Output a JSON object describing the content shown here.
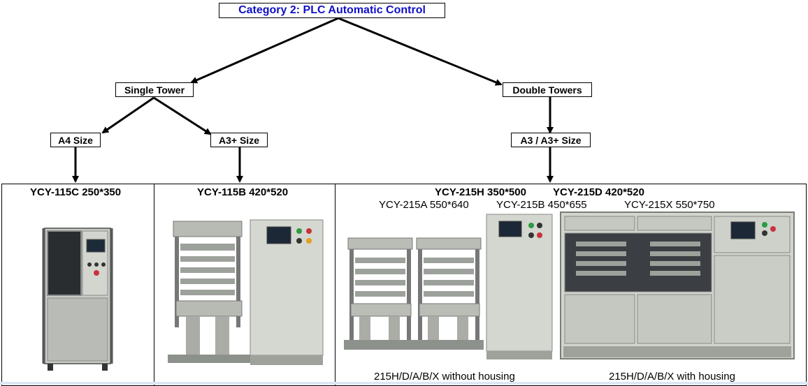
{
  "tree": {
    "root": "Category 2: PLC Automatic Control",
    "single": "Single Tower",
    "double": "Double Towers",
    "a4": "A4 Size",
    "a3plus": "A3+ Size",
    "a3a3plus": "A3 / A3+ Size"
  },
  "models": {
    "m115c": "YCY-115C 250*350",
    "m115b": "YCY-115B 420*520",
    "m215h": "YCY-215H 350*500",
    "m215d": "YCY-215D 420*520",
    "m215a": "YCY-215A 550*640",
    "m215b": "YCY-215B 450*655",
    "m215x": "YCY-215X 550*750"
  },
  "captions": {
    "without": "215H/D/A/B/X without housing",
    "with": "215H/D/A/B/X with housing"
  },
  "colors": {
    "root_text": "#1010c8",
    "machine_body": "#c8cac4",
    "machine_panel": "#a7aba6",
    "cabinet": "#d6dad2"
  }
}
